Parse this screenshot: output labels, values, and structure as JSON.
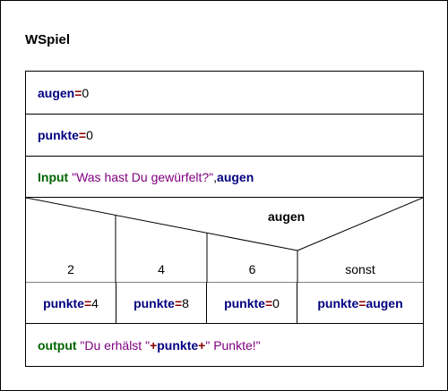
{
  "title": "WSpiel",
  "rows": [
    {
      "var": "augen",
      "op": "=",
      "value": "0"
    },
    {
      "var": "punkte",
      "op": "=",
      "value": "0"
    }
  ],
  "input": {
    "keyword": "Input",
    "prompt": "\"Was hast Du gewürfelt?\"",
    "sep": ",",
    "var": "augen"
  },
  "switch": {
    "variable": "augen",
    "cases": [
      {
        "label": "2",
        "assign_var": "punkte",
        "op": "=",
        "assign_value": "4"
      },
      {
        "label": "4",
        "assign_var": "punkte",
        "op": "=",
        "assign_value": "8"
      },
      {
        "label": "6",
        "assign_var": "punkte",
        "op": "=",
        "assign_value": "0"
      },
      {
        "label": "sonst",
        "assign_var": "punkte",
        "op": "=",
        "assign_value": "augen"
      }
    ]
  },
  "output": {
    "keyword": "output",
    "str1": "\"Du erhälst \"",
    "plus1": "+",
    "var": "punkte",
    "plus2": "+",
    "str2": "\" Punkte!\""
  }
}
